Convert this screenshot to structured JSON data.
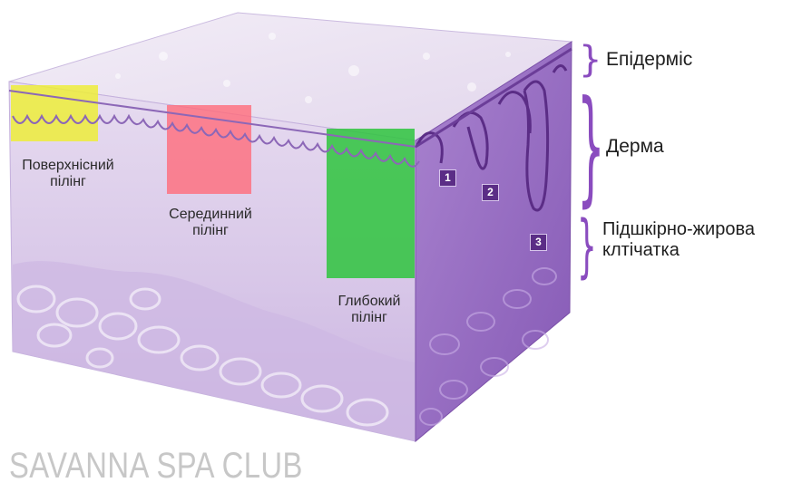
{
  "peels": [
    {
      "line1": "Поверхнісний",
      "line2": "пілінг",
      "color": "#eded3a"
    },
    {
      "line1": "Серединний",
      "line2": "пілінг",
      "color": "#ff6b7a"
    },
    {
      "line1": "Глибокий",
      "line2": "пілінг",
      "color": "#2ec43d"
    }
  ],
  "layers": {
    "epidermis": "Епідерміс",
    "dermis": "Дерма",
    "subcutaneous_line1": "Підшкірно-жирова",
    "subcutaneous_line2": "клтічатка"
  },
  "markers": [
    "1",
    "2",
    "3"
  ],
  "watermark": "SAVANNA SPA CLUB",
  "colors": {
    "skin_top": "#ece4f2",
    "skin_front": "#dccdea",
    "skin_side": "#9a6fc4",
    "epidermis_line": "#8c67b7",
    "accent": "#5b2d86",
    "brace": "#8a4cbf"
  }
}
